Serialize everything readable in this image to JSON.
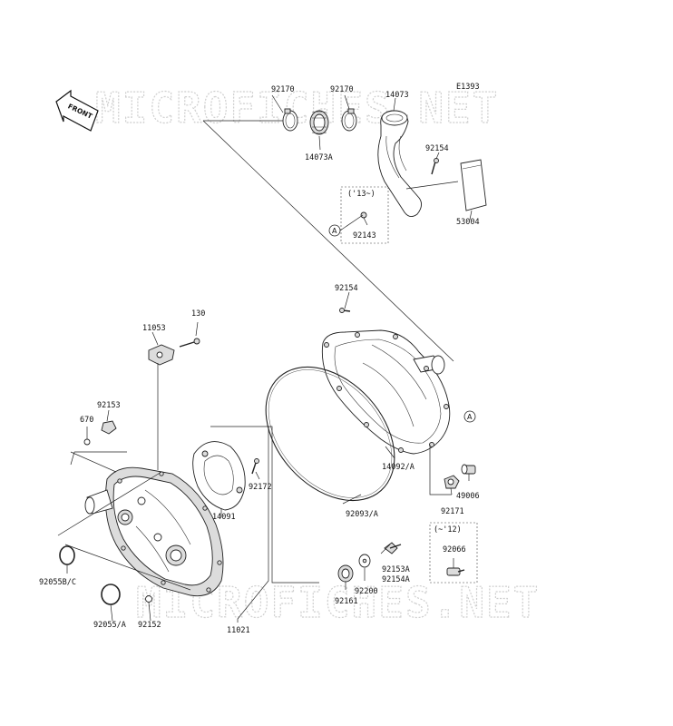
{
  "diagram_code": "E1393",
  "front_label": "FRONT",
  "watermark_text": "MICROFICHES.NET",
  "ref_marker": "A",
  "year_notes": {
    "from_13": "('13~)",
    "to_12": "(~'12)"
  },
  "parts": {
    "p92170_left": "92170",
    "p92170_right": "92170",
    "p14073": "14073",
    "p14073A": "14073A",
    "p92154_top": "92154",
    "p53004": "53004",
    "p92143": "92143",
    "p92154_mid": "92154",
    "p130": "130",
    "p11053": "11053",
    "p92153": "92153",
    "p670": "670",
    "p92172": "92172",
    "p14091": "14091",
    "p14092A": "14092/A",
    "p49006": "49006",
    "p92171": "92171",
    "p92093A": "92093/A",
    "p92066": "92066",
    "p92153A": "92153A",
    "p92154A": "92154A",
    "p92200": "92200",
    "p92161": "92161",
    "p92055BC": "92055B/C",
    "p92055A": "92055/A",
    "p92152": "92152",
    "p11021": "11021"
  }
}
